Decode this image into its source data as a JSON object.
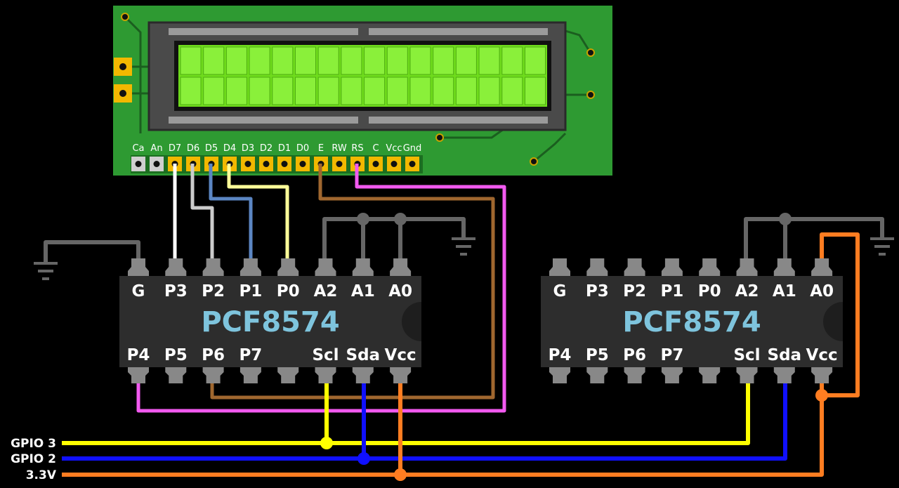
{
  "lcd": {
    "header_pins": [
      "Ca",
      "An",
      "D7",
      "D6",
      "D5",
      "D4",
      "D3",
      "D2",
      "D1",
      "D0",
      "E",
      "RW",
      "RS",
      "C",
      "Vcc",
      "Gnd"
    ]
  },
  "chips": [
    {
      "name": "PCF8574",
      "top_pins": [
        "G",
        "P3",
        "P2",
        "P1",
        "P0",
        "A2",
        "A1",
        "A0"
      ],
      "bottom_pins": [
        "P4",
        "P5",
        "P6",
        "P7",
        "",
        "Scl",
        "Sda",
        "Vcc"
      ]
    },
    {
      "name": "PCF8574",
      "top_pins": [
        "G",
        "P3",
        "P2",
        "P1",
        "P0",
        "A2",
        "A1",
        "A0"
      ],
      "bottom_pins": [
        "P4",
        "P5",
        "P6",
        "P7",
        "",
        "Scl",
        "Sda",
        "Vcc"
      ]
    }
  ],
  "nets": {
    "gpio3": "GPIO 3",
    "gpio2": "GPIO 2",
    "v33": "3.3V"
  },
  "colors": {
    "pcb": "#2e9a32",
    "lcd_screen": "#6fdc1c",
    "chip_body": "#2d2d2d",
    "pin": "#888888",
    "wire_gray": "#666666",
    "wire_white": "#ffffff",
    "wire_lightgray": "#cccccc",
    "wire_blue_steel": "#5b86c3",
    "wire_cream": "#ffff99",
    "wire_brown": "#a0672f",
    "wire_pink": "#f25af0",
    "wire_yellow": "#ffff00",
    "wire_blue": "#1010ff",
    "wire_orange": "#ff7d21",
    "gold_pad": "#f2b800"
  }
}
